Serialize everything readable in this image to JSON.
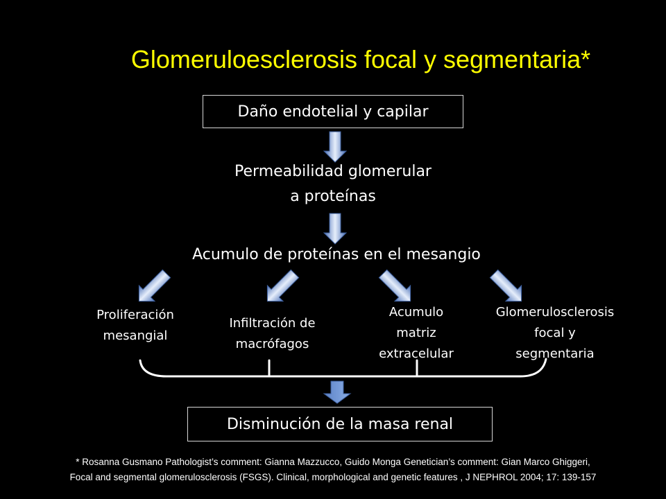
{
  "title": "Glomeruloesclerosis focal y segmentaria*",
  "nodes": {
    "top": "Daño endotelial y capilar",
    "permeability_line1": "Permeabilidad glomerular",
    "permeability_line2": "a proteínas",
    "accumulation": "Acumulo de proteínas en el mesangio",
    "bottom": "Disminución de la masa renal"
  },
  "branches": [
    {
      "lines": [
        "Proliferación",
        "mesangial"
      ]
    },
    {
      "lines": [
        "Infiltración de",
        "macrófagos"
      ]
    },
    {
      "lines": [
        "Acumulo",
        "matriz",
        "extracelular"
      ]
    },
    {
      "lines": [
        "Glomerulosclerosis",
        "focal y",
        "segmentaria"
      ]
    }
  ],
  "reference": {
    "line1": "* Rosanna Gusmano Pathologist’s comment: Gianna Mazzucco, Guido Monga Genetician’s comment: Gian Marco Ghiggeri,",
    "line2": "Focal and segmental glomerulosclerosis (FSGS). Clinical, morphological and genetic features , J NEPHROL 2004; 17: 139-157"
  },
  "colors": {
    "background": "#000000",
    "title": "#ffff00",
    "text": "#ffffff",
    "arrow_light": "#dfe8f7",
    "arrow_dark": "#4a6fb5"
  }
}
